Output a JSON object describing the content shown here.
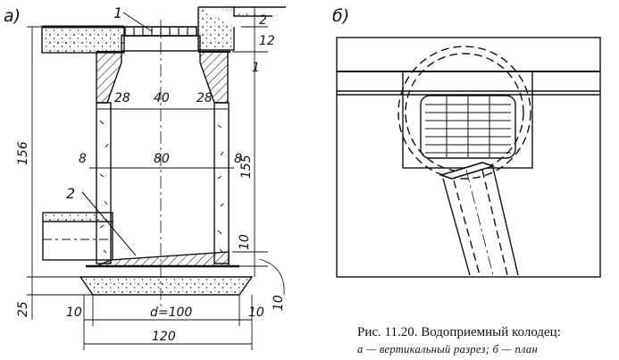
{
  "panels": {
    "a": "а)",
    "b": "б)"
  },
  "labels": {
    "grate": "1",
    "tray": "2"
  },
  "dimensions": {
    "top_2": "2",
    "top_12": "12",
    "top_1": "1",
    "wall_28_left": "28",
    "opening_40": "40",
    "wall_28_right": "28",
    "wall_8_left": "8",
    "inner_80": "80",
    "wall_8_right": "8",
    "height_156": "156",
    "height_155": "155",
    "tray_10": "10",
    "base_25": "25",
    "base_10_right": "10",
    "offset_10_left": "10",
    "diameter": "d=100",
    "offset_10_right": "10",
    "total_120": "120"
  },
  "caption": {
    "line1": "Рис. 11.20. Водоприемный колодец:",
    "line2": "а — вертикальный разрез; б — план"
  }
}
